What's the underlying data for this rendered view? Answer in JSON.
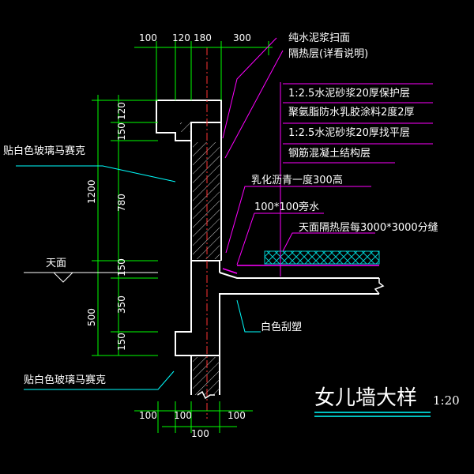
{
  "title": "女儿墙大样",
  "scale": "1:20",
  "top_dims": [
    "100",
    "120",
    "180",
    "300"
  ],
  "bottom_dims": [
    "100",
    "100",
    "100",
    "100"
  ],
  "left_dims": [
    "120",
    "150",
    "1200",
    "780",
    "150",
    "500",
    "350",
    "150"
  ],
  "notes": {
    "n1": "纯水泥浆扫面",
    "n2": "隔热层(详看说明)",
    "n3": "1:2.5水泥砂浆20厚保护层",
    "n4": "聚氨脂防水乳胶涂料2度2厚",
    "n5": "1:2.5水泥砂浆20厚找平层",
    "n6": "钢筋混凝土结构层",
    "n7": "乳化沥青一度300高",
    "n8": "100*100旁水",
    "n9": "天面隔热层每3000*3000分缝",
    "n10": "白色刮塑",
    "n11": "贴白色玻璃马赛克",
    "n12": "贴白色玻璃马赛克",
    "n13": "天面"
  },
  "colors": {
    "background": "#000000",
    "outline": "#ffffff",
    "dimension": "#00ff00",
    "leader": "#ff00ff",
    "leader_alt": "#00ffff",
    "insulation": "#00cccc",
    "axis": "#ff3333",
    "hatch": "#ffffff"
  }
}
